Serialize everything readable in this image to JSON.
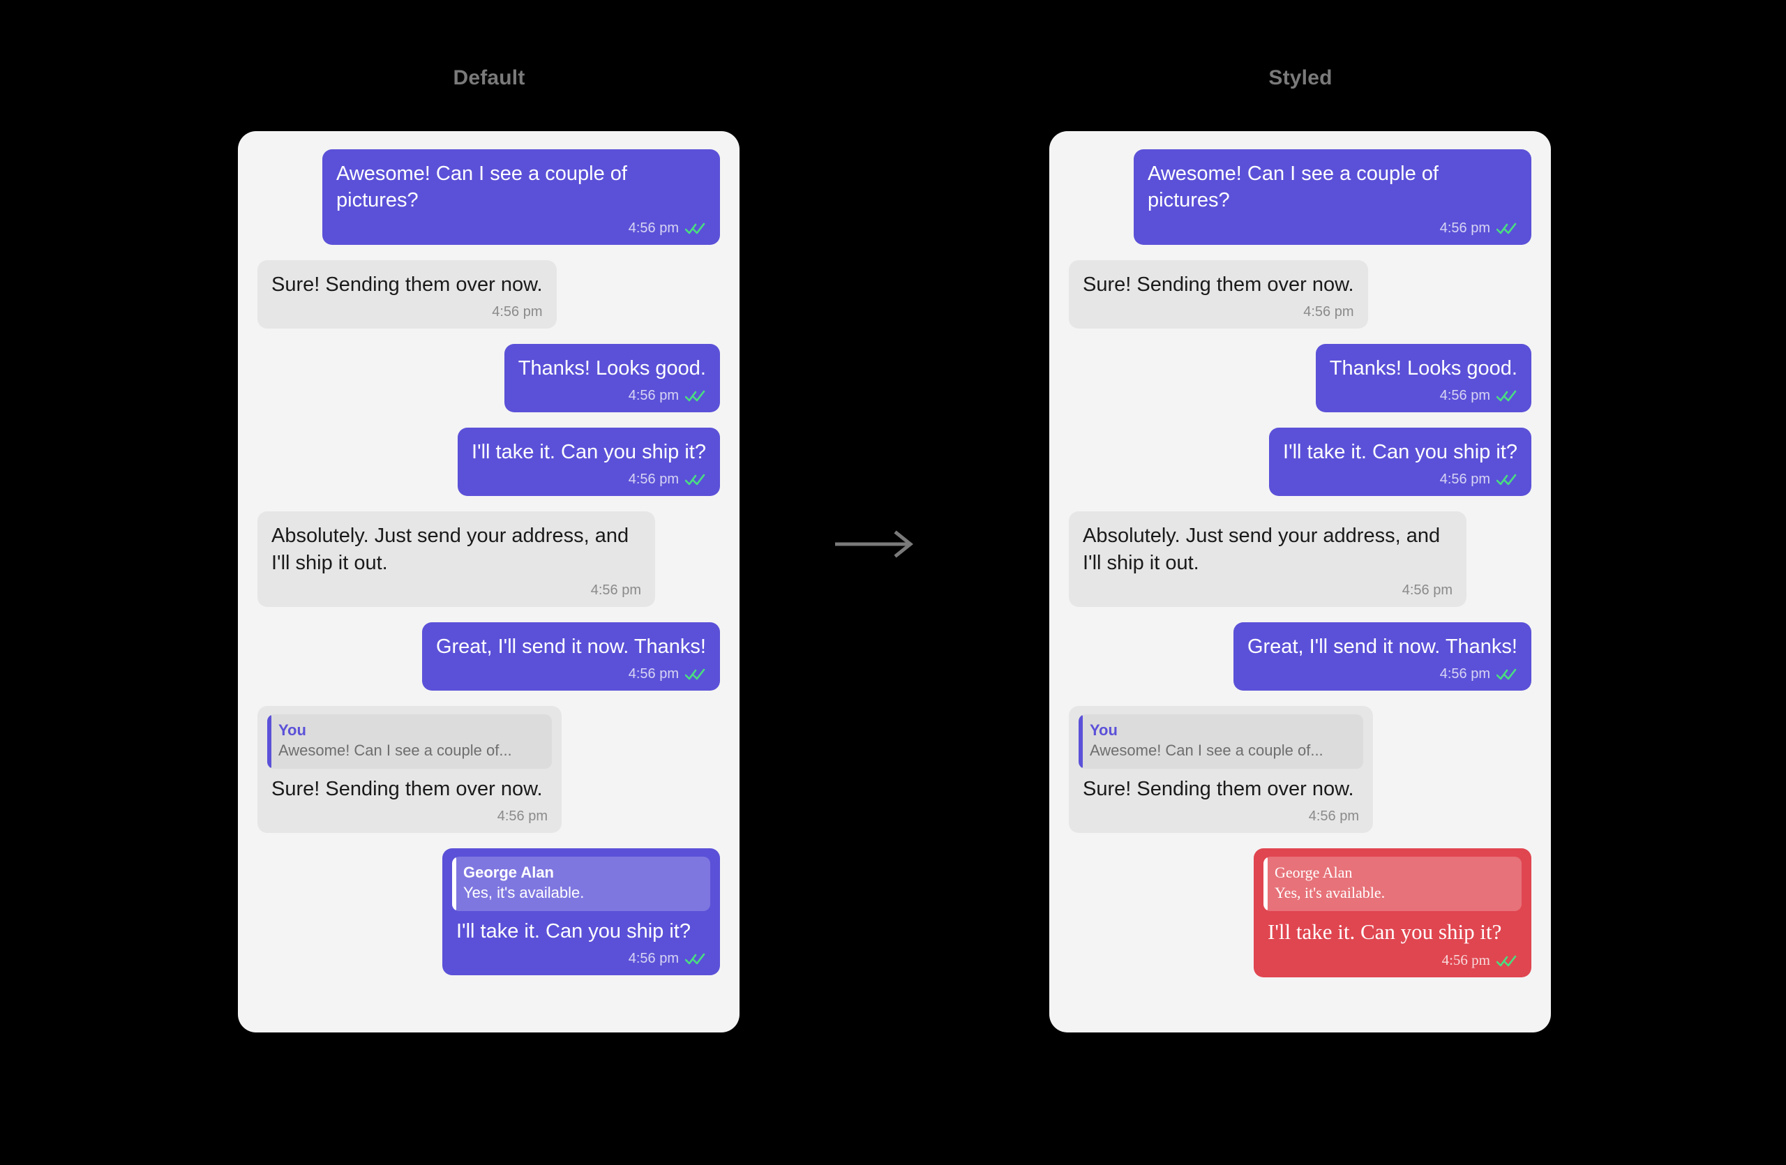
{
  "meta": {
    "background": "#000000",
    "accent_purple": "#5b51d8",
    "styled_red": "#e04650",
    "received_gray": "#e6e6e6",
    "panel_bg": "#f4f4f4",
    "tick_green": "#4ade80"
  },
  "panels": [
    {
      "title": "Default",
      "messages": [
        {
          "dir": "out",
          "text": "Awesome! Can I see a couple of pictures?",
          "time": "4:56 pm",
          "ticks": true
        },
        {
          "dir": "in",
          "text": "Sure! Sending them over now.",
          "time": "4:56 pm",
          "ticks": false
        },
        {
          "dir": "out",
          "text": "Thanks! Looks good.",
          "time": "4:56 pm",
          "ticks": true
        },
        {
          "dir": "out",
          "text": "I'll take it. Can you ship it?",
          "time": "4:56 pm",
          "ticks": true
        },
        {
          "dir": "in",
          "text": "Absolutely. Just send your address, and I'll ship it out.",
          "time": "4:56 pm",
          "ticks": false
        },
        {
          "dir": "out",
          "text": "Great, I'll send it now. Thanks!",
          "time": "4:56 pm",
          "ticks": true
        },
        {
          "dir": "in",
          "text": "Sure! Sending them over now.",
          "time": "4:56 pm",
          "ticks": false,
          "quote": {
            "author": "You",
            "preview": "Awesome! Can I see a couple of..."
          }
        },
        {
          "dir": "out",
          "text": "I'll take it. Can you ship it?",
          "time": "4:56 pm",
          "ticks": true,
          "quote": {
            "author": "George Alan",
            "preview": "Yes, it's available."
          }
        }
      ]
    },
    {
      "title": "Styled",
      "messages": [
        {
          "dir": "out",
          "text": "Awesome! Can I see a couple of pictures?",
          "time": "4:56 pm",
          "ticks": true
        },
        {
          "dir": "in",
          "text": "Sure! Sending them over now.",
          "time": "4:56 pm",
          "ticks": false
        },
        {
          "dir": "out",
          "text": "Thanks! Looks good.",
          "time": "4:56 pm",
          "ticks": true
        },
        {
          "dir": "out",
          "text": "I'll take it. Can you ship it?",
          "time": "4:56 pm",
          "ticks": true
        },
        {
          "dir": "in",
          "text": "Absolutely. Just send your address, and I'll ship it out.",
          "time": "4:56 pm",
          "ticks": false
        },
        {
          "dir": "out",
          "text": "Great, I'll send it now. Thanks!",
          "time": "4:56 pm",
          "ticks": true
        },
        {
          "dir": "in",
          "text": "Sure! Sending them over now.",
          "time": "4:56 pm",
          "ticks": false,
          "quote": {
            "author": "You",
            "preview": "Awesome! Can I see a couple of..."
          }
        },
        {
          "dir": "out",
          "style": "styled-red",
          "text": "I'll take it. Can you ship it?",
          "time": "4:56 pm",
          "ticks": true,
          "quote": {
            "author": "George Alan",
            "preview": "Yes, it's available."
          }
        }
      ]
    }
  ],
  "arrow": {
    "name": "right-arrow",
    "color": "#7a7a7a"
  }
}
